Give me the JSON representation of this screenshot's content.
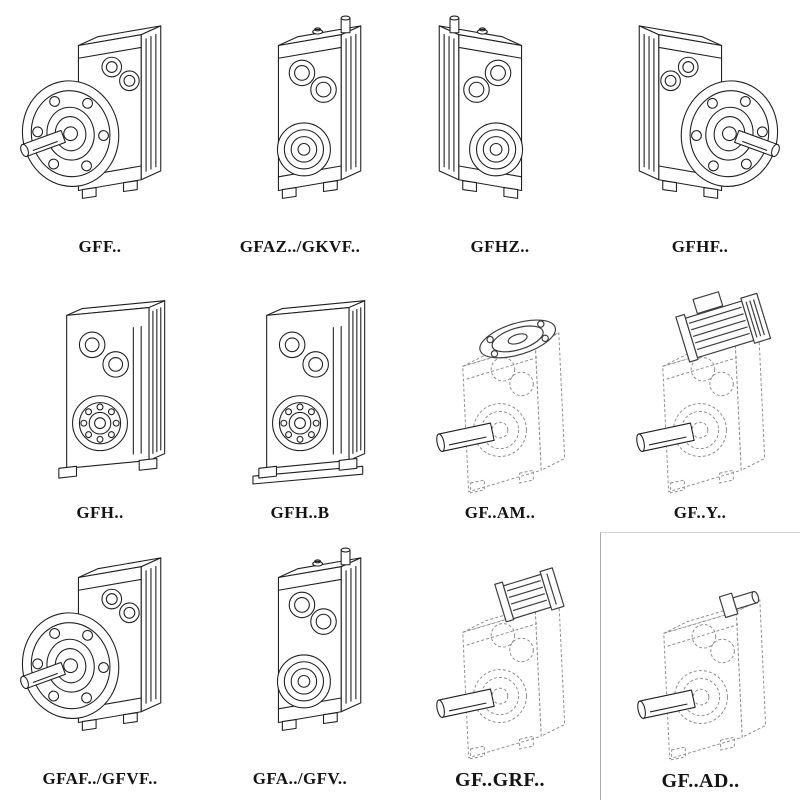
{
  "page": {
    "background": "#ffffff",
    "line_color": "#1f1f1f",
    "phantom_line_color": "#8d8d8d",
    "accent_line_color": "#3c3c3c"
  },
  "catalog": {
    "items": [
      {
        "label": "GFF..",
        "variant": "flange-left",
        "line_style": "solid"
      },
      {
        "label": "GFAZ../GKVF..",
        "variant": "hollow-top",
        "line_style": "solid"
      },
      {
        "label": "GFHZ..",
        "variant": "hollow-top-mirrored",
        "line_style": "solid"
      },
      {
        "label": "GFHF..",
        "variant": "flange-right",
        "line_style": "solid"
      },
      {
        "label": "GFH..",
        "variant": "foot-front",
        "line_style": "solid"
      },
      {
        "label": "GFH..B",
        "variant": "foot-front-base",
        "line_style": "solid"
      },
      {
        "label": "GF..AM..",
        "variant": "phantom-iec-flange",
        "line_style": "dashed"
      },
      {
        "label": "GF..Y..",
        "variant": "phantom-motor",
        "line_style": "dashed"
      },
      {
        "label": "GFAF../GFVF..",
        "variant": "flange-left",
        "line_style": "solid"
      },
      {
        "label": "GFA../GFV..",
        "variant": "hollow-top",
        "line_style": "solid"
      },
      {
        "label": "GF..GRF..",
        "variant": "phantom-adapter",
        "line_style": "dashed"
      },
      {
        "label": "GF..AD..",
        "variant": "phantom-input-shaft",
        "line_style": "dashed"
      }
    ]
  }
}
